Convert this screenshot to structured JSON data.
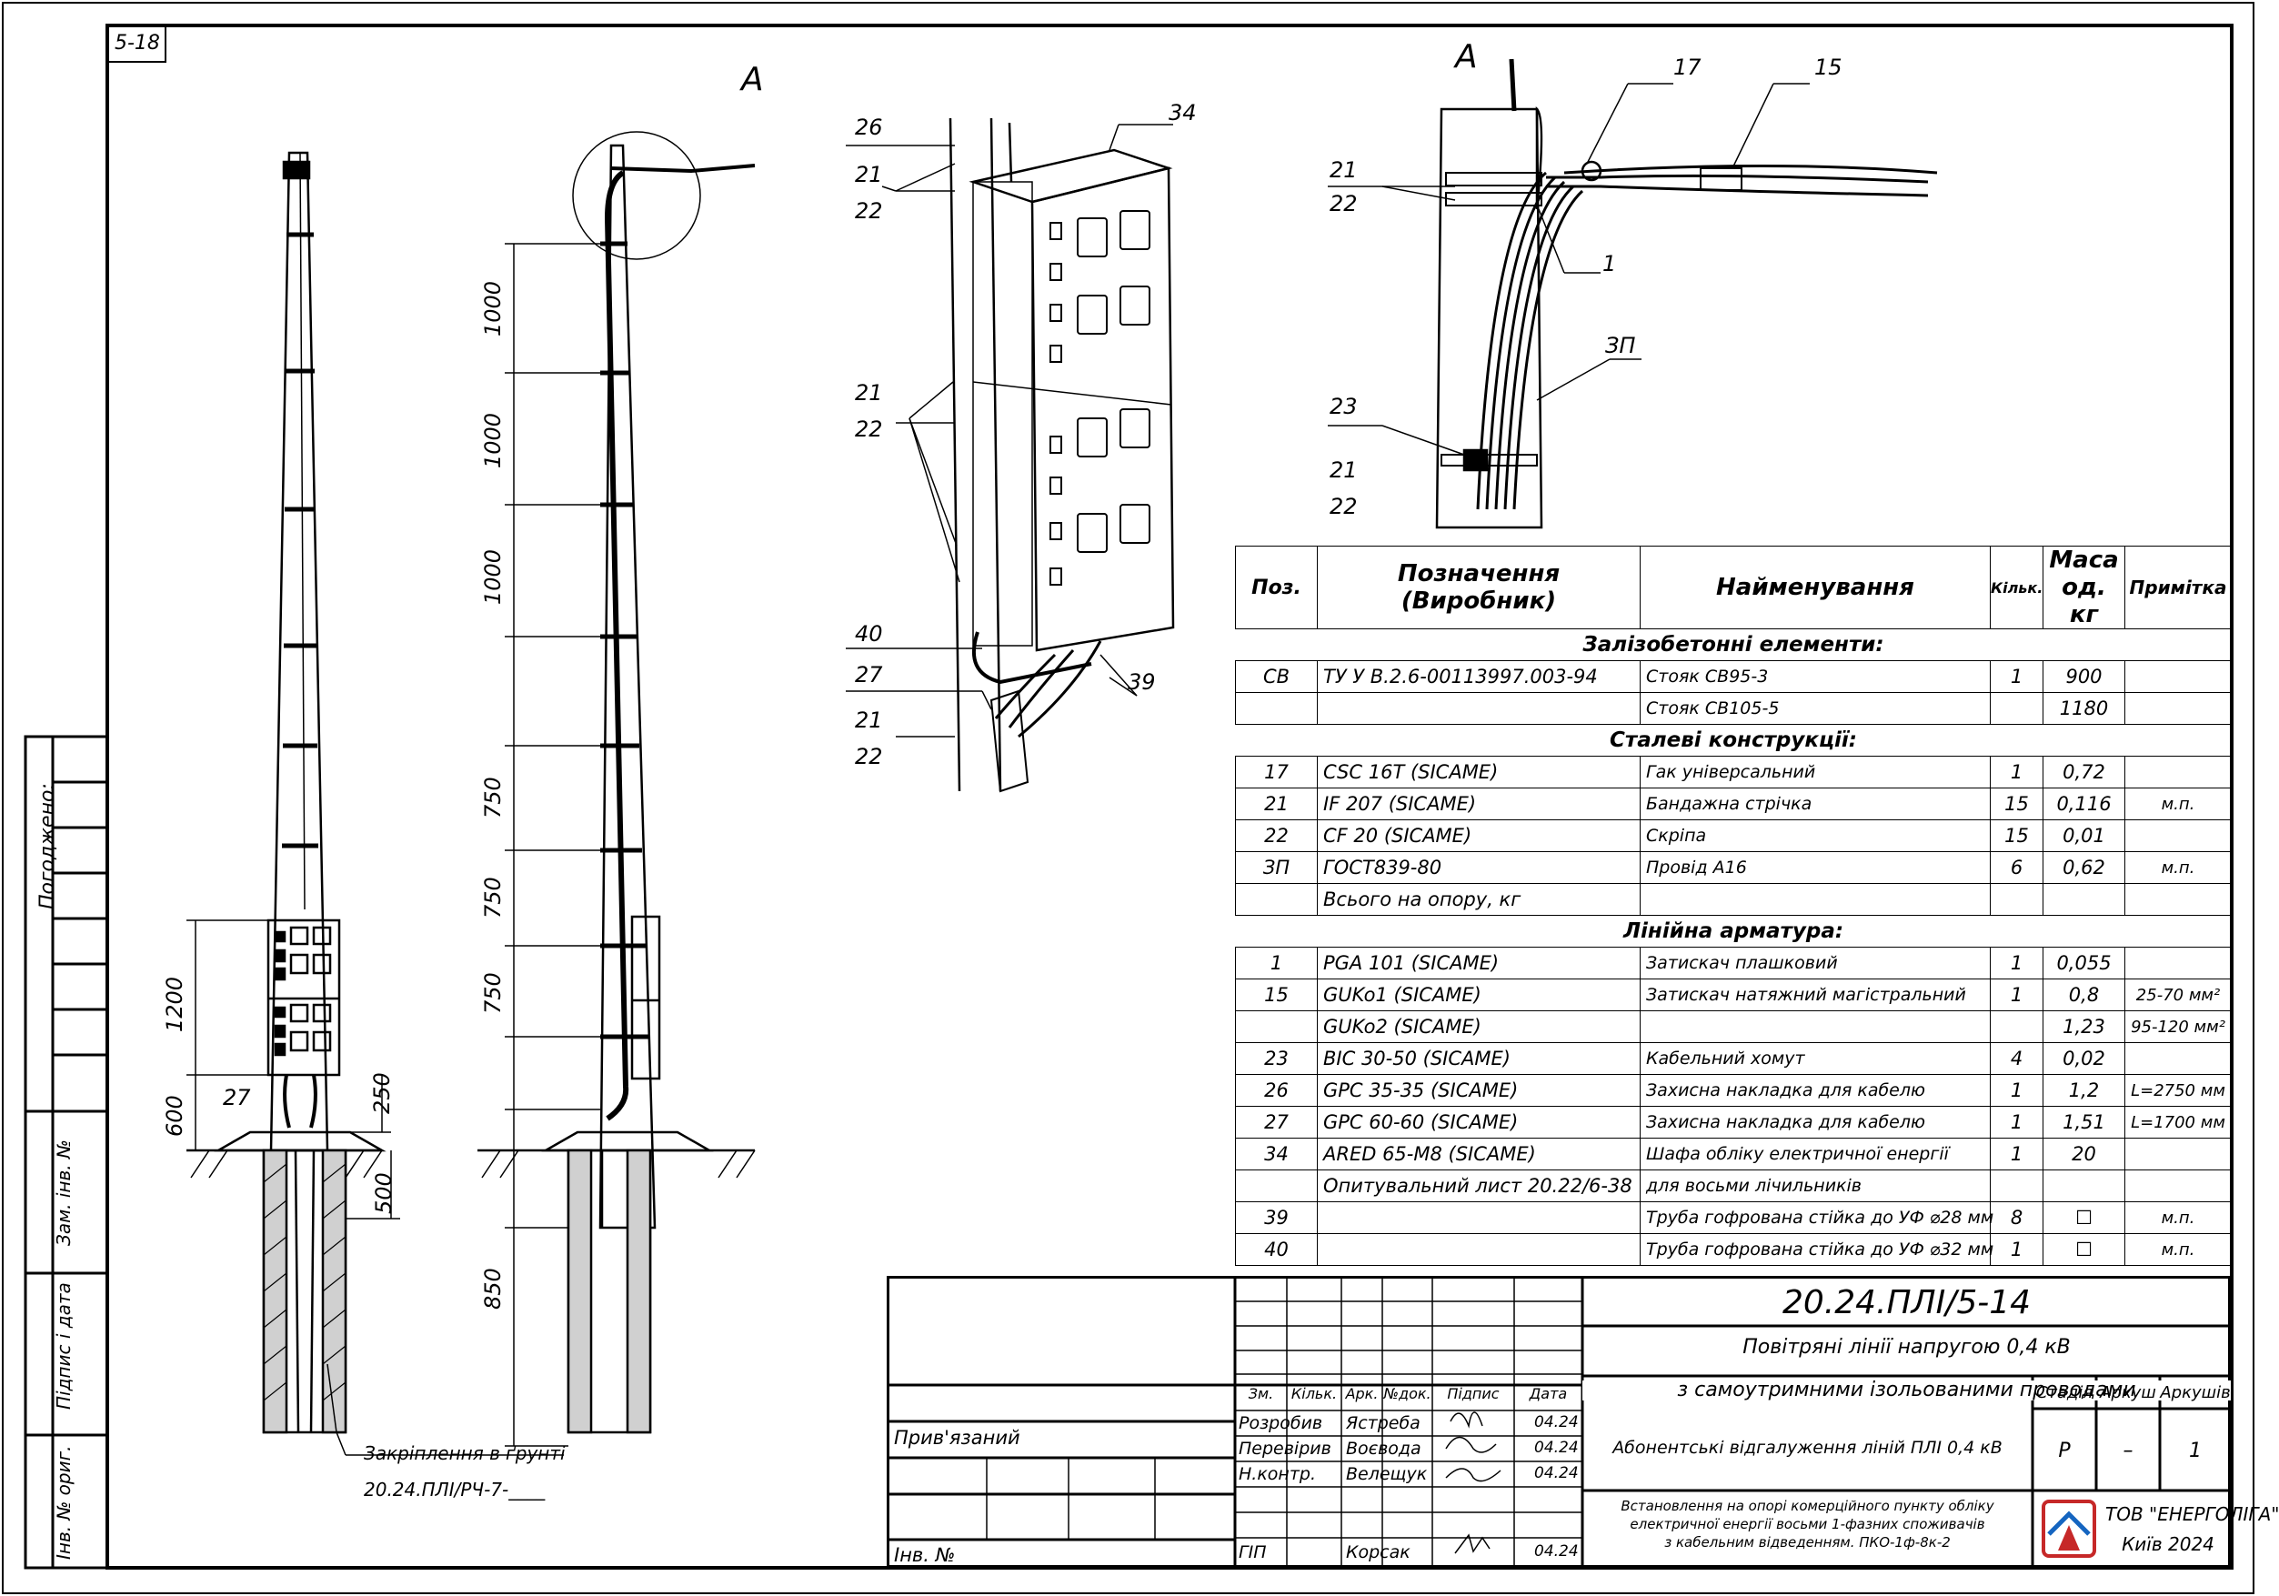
{
  "sheet": {
    "sheet_code": "5-18",
    "stamps": [
      "Погоджено:",
      "Зам. інв. №",
      "Підпис і дата",
      "Інв. № ориг."
    ]
  },
  "drawing": {
    "view_a_label": "А",
    "detail_a_label": "А",
    "dimensions_vertical": [
      "1000",
      "1000",
      "1000",
      "750",
      "750",
      "750"
    ],
    "dimensions_left": [
      "1200",
      "600"
    ],
    "dimensions_base": [
      "250",
      "500",
      "850"
    ],
    "pos_27_left": "27",
    "foundation_note": "Закріплення в ґрунті",
    "foundation_ref": "20.24.ПЛІ/РЧ-7-____",
    "cabinet_callouts": [
      "26",
      "34",
      "21",
      "22",
      "21",
      "22",
      "40",
      "27",
      "21",
      "22",
      "39"
    ],
    "detail_callouts": [
      "17",
      "15",
      "21",
      "22",
      "1",
      "ЗП",
      "23",
      "21",
      "22"
    ]
  },
  "spec_table": {
    "headers": [
      "Поз.",
      "Позначення (Виробник)",
      "Найменування",
      "Кільк.",
      "Маса од. кг",
      "Примітка"
    ],
    "header_line1": "Позначення",
    "header_line2": "(Виробник)",
    "mass_line1": "Маса",
    "mass_line2": "од. кг",
    "sections": [
      {
        "title": "Залізобетонні елементи:",
        "rows": [
          {
            "pos": "СВ",
            "code": "ТУ У В.2.6-00113997.003-94",
            "name": "Стояк СВ95-3",
            "qty": "1",
            "mass": "900",
            "note": ""
          },
          {
            "pos": "",
            "code": "",
            "name": "Стояк СВ105-5",
            "qty": "",
            "mass": "1180",
            "note": ""
          }
        ]
      },
      {
        "title": "Сталеві конструкції:",
        "rows": [
          {
            "pos": "17",
            "code": "CSC 16T  (SICAME)",
            "name": "Гак універсальний",
            "qty": "1",
            "mass": "0,72",
            "note": ""
          },
          {
            "pos": "21",
            "code": "IF 207  (SICAME)",
            "name": "Бандажна стрічка",
            "qty": "15",
            "mass": "0,116",
            "note": "м.п."
          },
          {
            "pos": "22",
            "code": "CF 20  (SICAME)",
            "name": "Скріпа",
            "qty": "15",
            "mass": "0,01",
            "note": ""
          },
          {
            "pos": "ЗП",
            "code": "ГОСТ839-80",
            "name": "Провід А16",
            "qty": "6",
            "mass": "0,62",
            "note": "м.п."
          },
          {
            "pos": "",
            "code": "Всього на опору, кг",
            "name": "",
            "qty": "",
            "mass": "",
            "note": ""
          }
        ]
      },
      {
        "title": "Лінійна арматура:",
        "rows": [
          {
            "pos": "1",
            "code": "PGA 101  (SICAME)",
            "name": "Затискач плашковий",
            "qty": "1",
            "mass": "0,055",
            "note": ""
          },
          {
            "pos": "15",
            "code": "GUKo1  (SICAME)",
            "name": "Затискач натяжний магістральний",
            "qty": "1",
            "mass": "0,8",
            "note": "25-70 мм²"
          },
          {
            "pos": "",
            "code": "GUKo2  (SICAME)",
            "name": "",
            "qty": "",
            "mass": "1,23",
            "note": "95-120 мм²"
          },
          {
            "pos": "23",
            "code": "BIC 30-50  (SICAME)",
            "name": "Кабельний хомут",
            "qty": "4",
            "mass": "0,02",
            "note": ""
          },
          {
            "pos": "26",
            "code": "GPC 35-35  (SICAME)",
            "name": "Захисна накладка для кабелю",
            "qty": "1",
            "mass": "1,2",
            "note": "L=2750 мм"
          },
          {
            "pos": "27",
            "code": "GPC 60-60  (SICAME)",
            "name": "Захисна накладка для кабелю",
            "qty": "1",
            "mass": "1,51",
            "note": "L=1700 мм"
          },
          {
            "pos": "34",
            "code": "ARED 65-M8  (SICAME)",
            "name": "Шафа обліку електричної енергії",
            "qty": "1",
            "mass": "20",
            "note": ""
          },
          {
            "pos": "",
            "code": "Опитувальний лист 20.22/6-38",
            "name": "для восьми лічильників",
            "qty": "",
            "mass": "",
            "note": ""
          },
          {
            "pos": "39",
            "code": "",
            "name": "Труба гофрована стійка до УФ ⌀28 мм",
            "qty": "8",
            "mass": "☐",
            "note": "м.п."
          },
          {
            "pos": "40",
            "code": "",
            "name": "Труба гофрована стійка до УФ ⌀32 мм",
            "qty": "1",
            "mass": "☐",
            "note": "м.п."
          }
        ]
      }
    ]
  },
  "title_block": {
    "doc_code": "20.24.ПЛІ/5-14",
    "project_line1": "Повітряні лінії напругою 0,4 кВ",
    "project_line2": "з самоутримними ізольованими проводами",
    "drawing_title": "Абонентські відгалуження ліній ПЛІ 0,4 кВ",
    "drawing_desc1": "Встановлення на опорі комерційного пункту обліку",
    "drawing_desc2": "електричної енергії восьми 1-фазних споживачів",
    "drawing_desc3": "з кабельним відведенням. ПКО-1ф-8к-2",
    "stage_label": "Стадія",
    "sheet_label": "Аркуш",
    "sheets_label": "Аркушів",
    "stage": "Р",
    "sheet": "–",
    "sheets": "1",
    "company": "ТОВ \"ЕНЕРГОЛІГА\"",
    "city_year": "Київ 2024",
    "privyazanyi": "Прив'язаний",
    "inv_no": "Інв. №",
    "rev_headers": [
      "Зм.",
      "Кільк.",
      "Арк.",
      "№док.",
      "Підпис",
      "Дата"
    ],
    "roles": [
      {
        "role": "Розробив",
        "name": "Ястреба",
        "date": "04.24"
      },
      {
        "role": "Перевірив",
        "name": "Воєвода",
        "date": "04.24"
      },
      {
        "role": "Н.контр.",
        "name": "Велещук",
        "date": "04.24"
      },
      {
        "role": "ГІП",
        "name": "Корсак",
        "date": "04.24"
      }
    ]
  }
}
